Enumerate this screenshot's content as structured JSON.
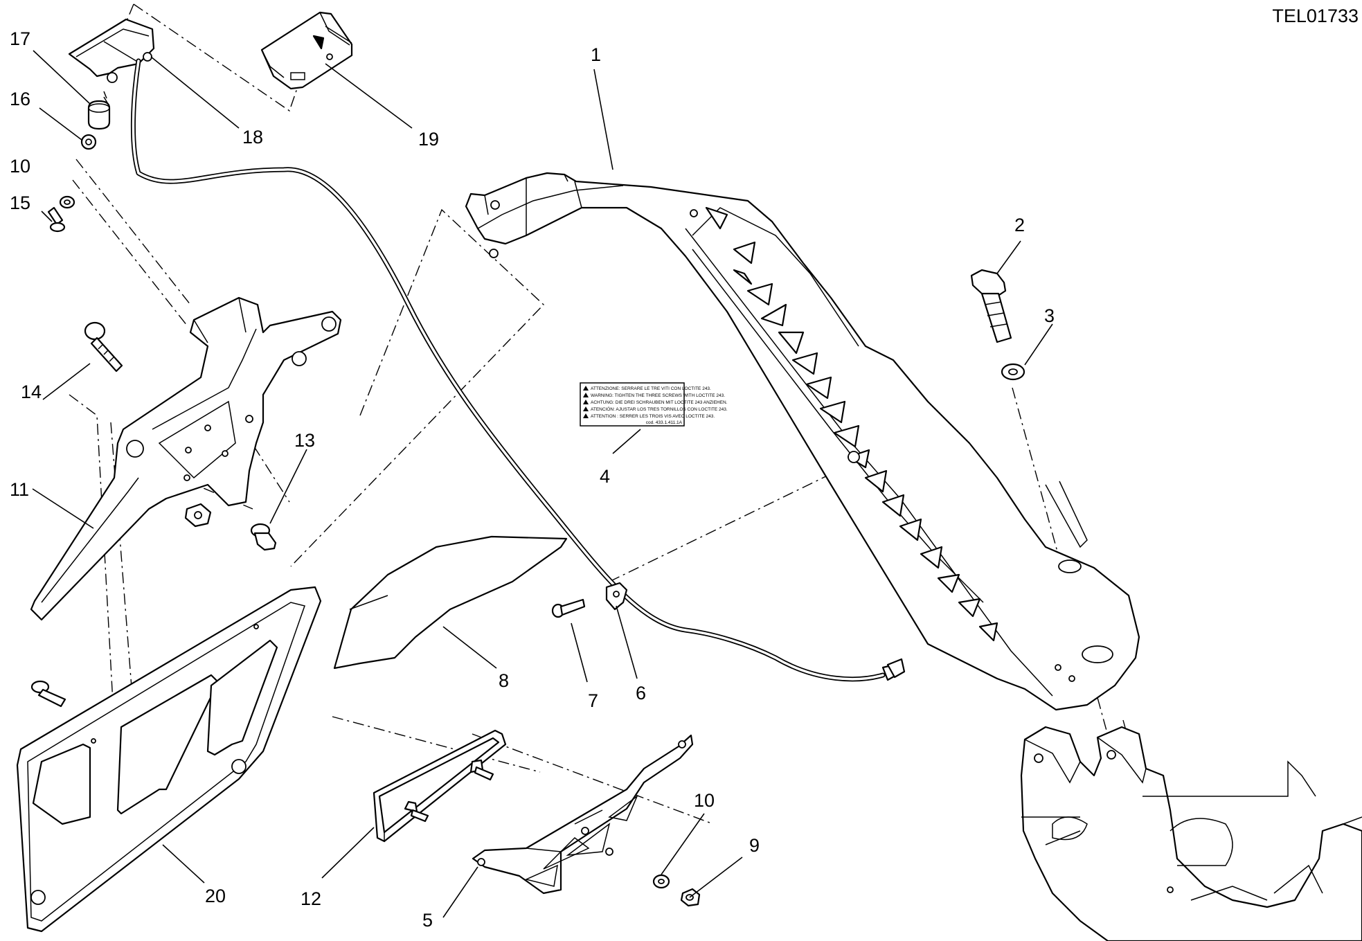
{
  "drawing_code": "TEL01733",
  "label": {
    "lines": [
      "ATTENZIONE: SERRARE LE TRE VITI CON LOCTITE 243.",
      "WARNING: TIGHTEN THE THREE SCREWS WITH LOCTITE 243.",
      "ACHTUNG: DIE DREI SCHRAUBEN MIT LOCTITE 243 ANZIEHEN.",
      "ATENCIÓN: AJUSTAR LOS TRES TORNILLOS CON LOCTITE 243.",
      "ATTENTION : SERRER LES TROIS VIS AVEC LOCTITE 243."
    ],
    "code": "cod. 433.1.411.1A"
  },
  "callouts": {
    "c1": "1",
    "c2": "2",
    "c3": "3",
    "c4": "4",
    "c5": "5",
    "c6": "6",
    "c7": "7",
    "c8": "8",
    "c9": "9",
    "c10a": "10",
    "c10b": "10",
    "c11": "11",
    "c12": "12",
    "c13": "13",
    "c14": "14",
    "c15": "15",
    "c16": "16",
    "c17": "17",
    "c18": "18",
    "c19": "19",
    "c20": "20"
  }
}
